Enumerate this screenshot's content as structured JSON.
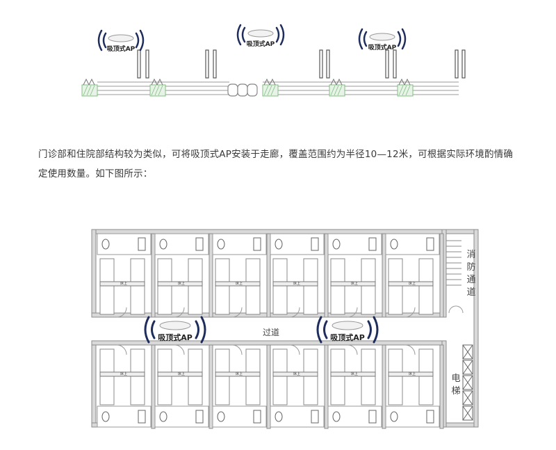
{
  "top_diagram": {
    "ap_labels": [
      "吸顶式AP",
      "吸顶式AP",
      "吸顶式AP"
    ]
  },
  "description": {
    "line1": "门诊部和住院部结构较为类似，可将吸顶式AP安装于走廊，覆盖范围约为半径10—12米，可根据实际环境酌情确",
    "line2": "定使用数量。如下图所示："
  },
  "floor_plan": {
    "corridor_label": "过道",
    "ap_labels": [
      "吸顶式AP",
      "吸顶式AP"
    ],
    "fire_passage_chars": [
      "消",
      "防",
      "通",
      "道"
    ],
    "elevator_chars": [
      "电",
      "梯"
    ],
    "bed_label": "床上"
  },
  "colors": {
    "wall": "#8c8c8c",
    "wall_fill": "#d9d9d9",
    "hatch_green": "#7fbf7f",
    "wifi_dark": "#1f2d5c",
    "line": "#9a9a9a"
  }
}
